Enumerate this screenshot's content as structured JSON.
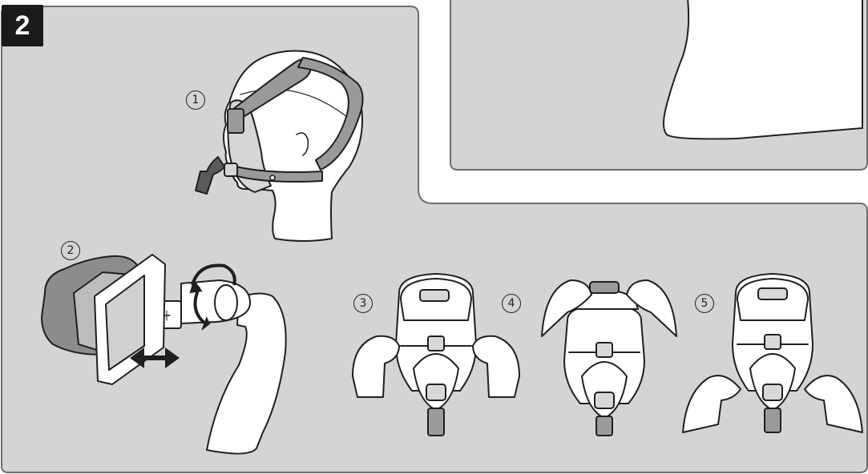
{
  "step_badge": "2",
  "sub_steps": [
    "1",
    "2",
    "3",
    "4",
    "5"
  ],
  "colors": {
    "panel_fill": "#d4d4d4",
    "panel_border": "#6e6e6e",
    "badge_fill": "#1a1a1a",
    "line": "#1f1f1f",
    "strap": "#9a9a9a",
    "cushion": "#8c8c8c"
  },
  "icons": [
    "arrow-double-horizontal-icon",
    "rotate-arrow-icon"
  ]
}
